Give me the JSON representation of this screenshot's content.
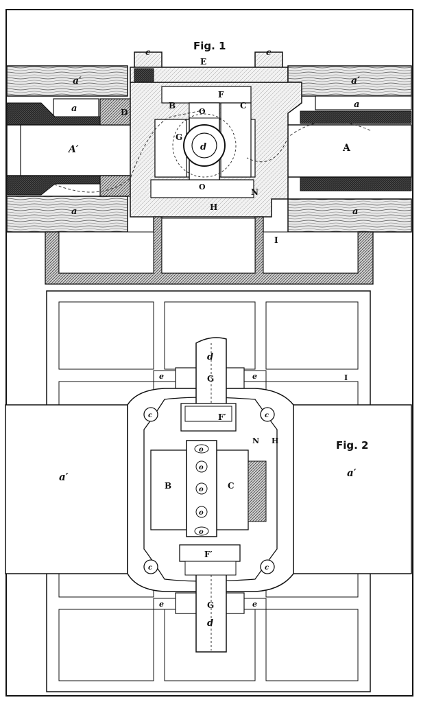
{
  "figures": {
    "fig1": {
      "title": "Fig. 1"
    },
    "fig2": {
      "title": "Fig. 2"
    }
  },
  "labels": {
    "fig1": {
      "c_left": "c",
      "c_right": "c",
      "E": "E",
      "F": "F",
      "a_prime_tl": "a′",
      "a_prime_tr": "a′",
      "a_left": "a",
      "a_right": "a",
      "D": "D",
      "B": "B",
      "C": "C",
      "O_top": "O",
      "O_bottom": "O",
      "G": "G",
      "d": "d",
      "A_prime": "A′",
      "A": "A",
      "N": "N",
      "H": "H",
      "a_bl": "a",
      "a_br": "a",
      "I": "I"
    },
    "fig2": {
      "d_top": "d",
      "d_bottom": "d",
      "e_tl": "e",
      "e_tr": "e",
      "e_bl": "e",
      "e_br": "e",
      "G_top": "G",
      "G_bottom": "G",
      "I": "I",
      "c_tl": "c",
      "c_tr": "c",
      "c_bl": "c",
      "c_br": "c",
      "F_prime_top": "F′",
      "F_prime_bottom": "F′",
      "N": "N",
      "H": "H",
      "a_prime_left": "a′",
      "a_prime_right": "a′",
      "B": "B",
      "C": "C",
      "o1": "o",
      "o2": "o",
      "o3": "o",
      "o4": "o",
      "o5": "o"
    }
  },
  "colors": {
    "ink": "#111111",
    "paper": "#ffffff",
    "hatch": "#444444"
  }
}
